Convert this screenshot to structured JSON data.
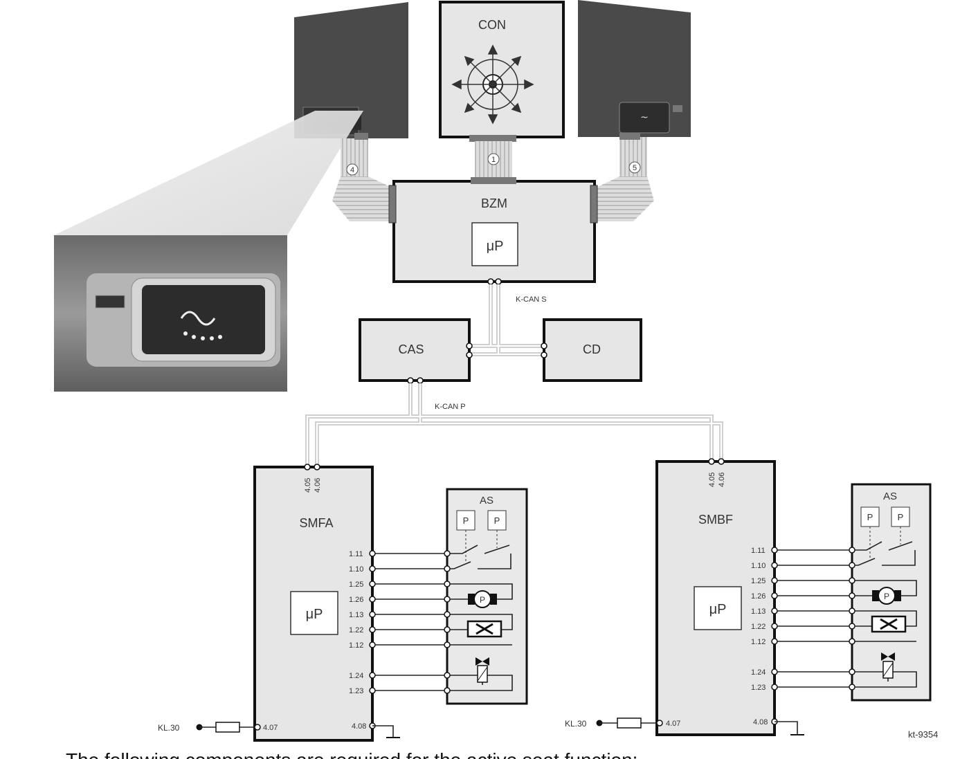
{
  "units": {
    "con": "CON",
    "bzm": "BZM",
    "micro": "μP",
    "cas": "CAS",
    "cd": "CD",
    "smfa": "SMFA",
    "smbf": "SMBF",
    "as": "AS"
  },
  "buses": {
    "k_can_s": "K-CAN S",
    "k_can_p": "K-CAN P"
  },
  "connectors": {
    "left": "4",
    "center": "1",
    "right": "5"
  },
  "pins": {
    "bus_a": "4.05",
    "bus_b": "4.06",
    "signal": [
      "1.11",
      "1.10",
      "1.25",
      "1.26",
      "1.13",
      "1.22",
      "1.12",
      "1.24",
      "1.23"
    ],
    "signal_right": [
      "1.11",
      "1.10",
      "1.25",
      "1.26",
      "1.13",
      "1.22",
      "1.12",
      "1.24",
      "1.23"
    ],
    "supply": "4.07",
    "ground": "4.08"
  },
  "switch_letter": "P",
  "motor_letter": "P",
  "kl30": "KL.30",
  "figure_id": "kt-9354",
  "caption": "The following components are required for the active seat function:"
}
